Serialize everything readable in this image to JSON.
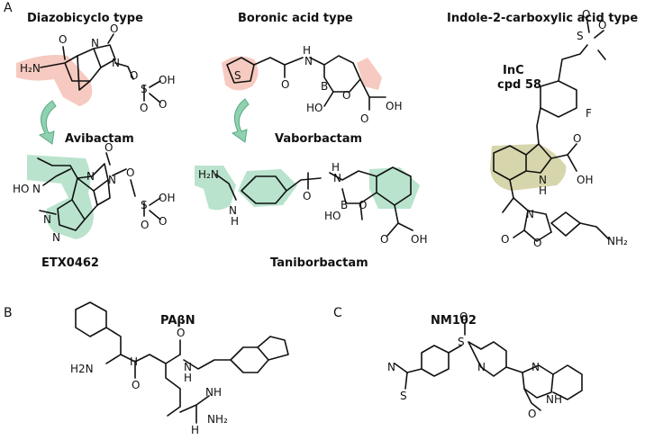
{
  "panels": {
    "a": "A",
    "b": "B",
    "c": "C"
  },
  "classes": {
    "diazabicyclo": "Diazobicyclo type",
    "boronic": "Boronic acid type",
    "indole": "Indole-2-carboxylic acid type"
  },
  "compounds": {
    "avibactam": "Avibactam",
    "etx0462": "ETX0462",
    "vaborbactam": "Vaborbactam",
    "taniborbactam": "Taniborbactam",
    "inc_line1": "InC",
    "inc_line2": "cpd 58",
    "pabn": "PAβN",
    "nm102": "NM102"
  },
  "atoms": {
    "h2n": "H₂N",
    "h2n_plain": "H2N",
    "nh2": "NH₂",
    "n": "N",
    "o": "O",
    "oh": "OH",
    "s": "S",
    "b": "B",
    "f": "F",
    "h": "H",
    "ho": "HO",
    "hon": "HO",
    "nh": "NH",
    "n_h": "N\nH"
  },
  "colors": {
    "highlight_red": "#f3b8ab",
    "highlight_green": "#a7dcc0",
    "highlight_olive": "#c9c78f",
    "arrow": "#8fd1b0"
  }
}
